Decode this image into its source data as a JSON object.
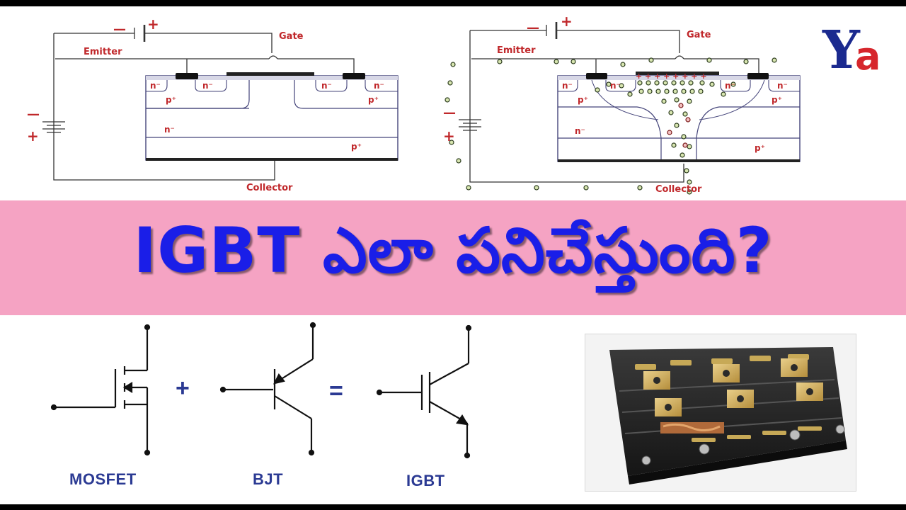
{
  "banner": {
    "title": "IGBT ఎలా పనిచేస్తుంది?"
  },
  "logo": {
    "text": "Ya"
  },
  "diagram_left": {
    "gate": "Gate",
    "emitter": "Emitter",
    "collector": "Collector",
    "battery_minus": "—",
    "battery_plus": "+",
    "side_minus": "—",
    "side_plus": "+",
    "n_minus": "n⁻",
    "p_plus": "p⁺"
  },
  "diagram_right": {
    "gate": "Gate",
    "emitter": "Emitter",
    "collector": "Collector",
    "battery_minus": "—",
    "battery_plus": "+",
    "side_minus": "—",
    "side_plus": "+",
    "n_minus": "n⁻",
    "p_plus": "p⁺",
    "gate_charges": "+ + + + + + + +"
  },
  "symbols": {
    "mosfet": "MOSFET",
    "plus": "+",
    "bjt": "BJT",
    "equals": "=",
    "igbt": "IGBT"
  },
  "colors": {
    "banner_bg": "#f5a3c3",
    "title_blue": "#1a1ee8",
    "label_red": "#c0282b",
    "diagram_line": "#333366",
    "symbol_label": "#2b3a93",
    "logo_blue": "#1b2a8f",
    "logo_red": "#d6262c"
  }
}
